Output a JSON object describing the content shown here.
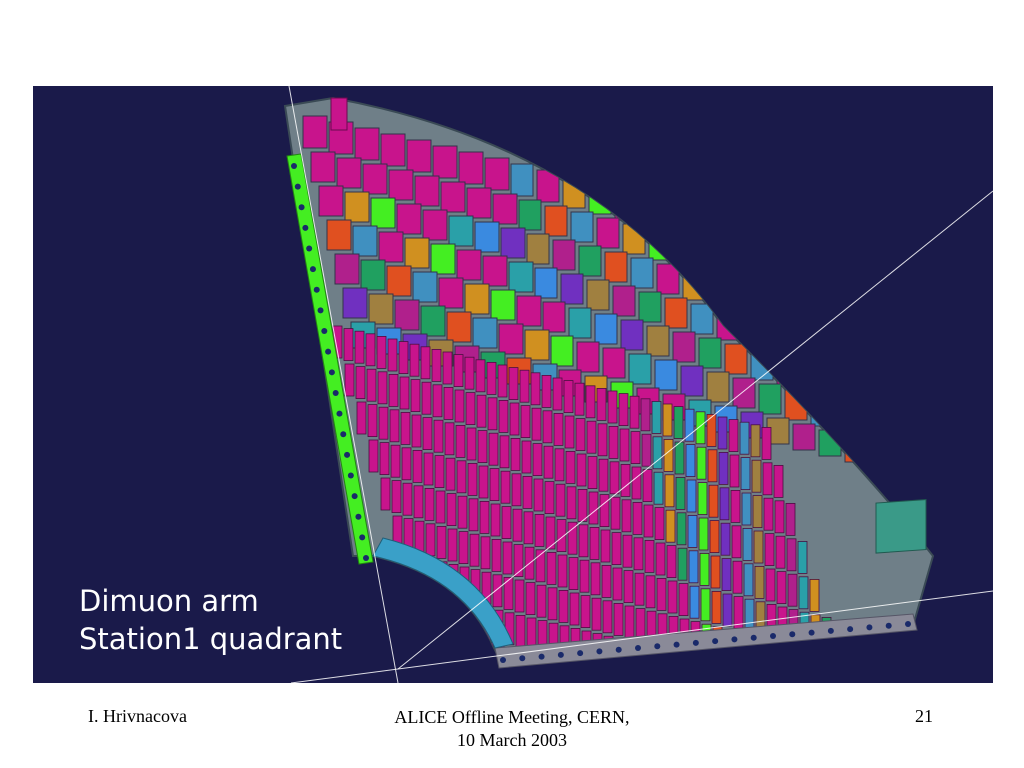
{
  "caption": {
    "line1": "Dimuon arm",
    "line2": "Station1 quadrant"
  },
  "footer": {
    "author": "I. Hrivnacova",
    "event_line1": "ALICE Offline Meeting, CERN,",
    "event_line2": "10 March 2003",
    "page_number": "21"
  },
  "colors": {
    "background": "#1a1a4a",
    "pad_magenta": "#c8148c",
    "frame_green": "#44ee22"
  }
}
